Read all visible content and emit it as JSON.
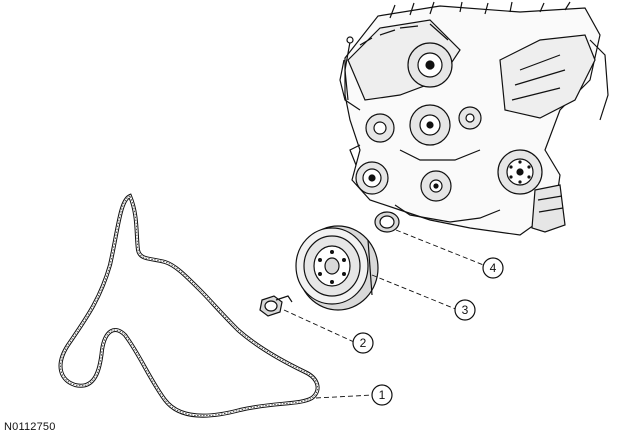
{
  "figure_id": "N0112750",
  "callouts": [
    {
      "label": "1",
      "part": "drive-belt"
    },
    {
      "label": "2",
      "part": "crankshaft-pulley-bolt"
    },
    {
      "label": "3",
      "part": "crankshaft-pulley"
    },
    {
      "label": "4",
      "part": "crankshaft-front-seal"
    }
  ],
  "colors": {
    "line": "#111111",
    "background": "#ffffff",
    "shade": "#d9d9d9"
  }
}
